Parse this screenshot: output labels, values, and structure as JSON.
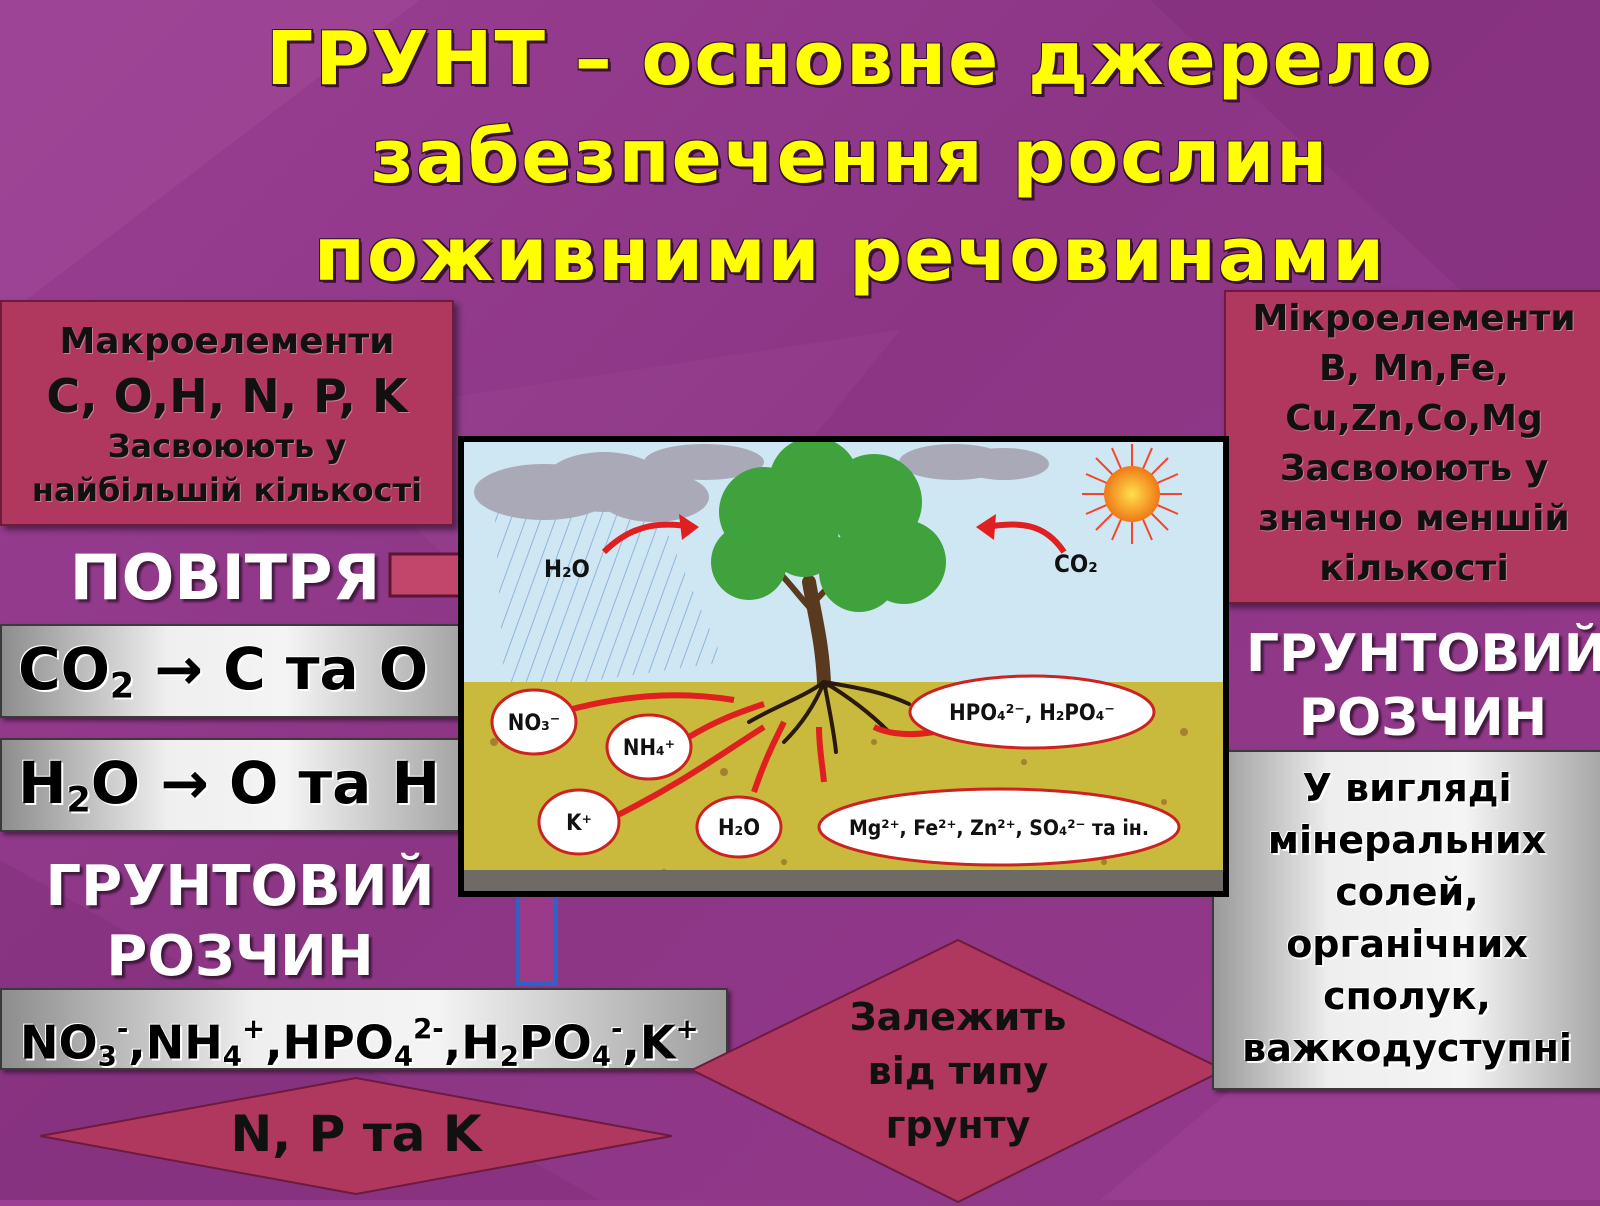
{
  "title": {
    "line1": "ГРУНТ – основне джерело",
    "line2": "забезпечення рослин",
    "line3": "поживними речовинами"
  },
  "macro_box": {
    "heading": "Макроелементи",
    "elements": "C, O,H, N, P, K",
    "line3": "Засвоюють у",
    "line4": "найбільшій кількості"
  },
  "micro_box": {
    "heading": "Мікроелементи",
    "line2": "B, Mn,Fe,",
    "line3": "Cu,Zn,Co,Mg",
    "line4": "Засвоюють у",
    "line5": "значно меншій",
    "line6": "кількості"
  },
  "left_air_label": "ПОВІТРЯ",
  "co2_eq": {
    "a": "CO",
    "sub": "2",
    "rest": " → C та O"
  },
  "h2o_eq": {
    "a": "H",
    "sub": "2",
    "rest": "O → O та H"
  },
  "left_soil_label": {
    "line1": "ГРУНТОВИЙ",
    "line2": "РОЗЧИН"
  },
  "right_soil_label": {
    "line1": "ГРУНТОВИЙ",
    "line2": "РОЗЧИН"
  },
  "ions_bar": {
    "p1": "NO",
    "s1": "3",
    "u1": "-",
    "p2": ",NH",
    "s2": "4",
    "u2": "+",
    "p3": ",HPO",
    "s3": "4",
    "u3": "2-",
    "p4": ",H",
    "s4": "2",
    "p4b": "PO",
    "s5": "4",
    "u4": "-",
    "p5": ",K",
    "u5": "+"
  },
  "npk_diamond": "N, P та K",
  "depends_diamond": {
    "line1": "Залежить",
    "line2": "від типу",
    "line3": "грунту"
  },
  "right_grey_box": {
    "line1": "У вигляді",
    "line2": "мінеральних",
    "line3": "солей,",
    "line4": "органічних",
    "line5": "сполук,",
    "line6": "важкодуступні"
  },
  "scene": {
    "h2o_air": "H₂O",
    "co2_air": "CO₂",
    "no3": "NO₃⁻",
    "nh4": "NH₄⁺",
    "k": "K⁺",
    "h2o_soil": "H₂O",
    "phosphates": "HPO₄²⁻, H₂PO₄⁻",
    "metals": "Mg²⁺, Fe²⁺, Zn²⁺, SO₄²⁻ та ін."
  },
  "colors": {
    "background": "#8f3788",
    "title": "#ffff00",
    "crimson_box": "#b0385e",
    "sky": "#cde6f2",
    "soil": "#c8b83a",
    "tree": "#3fa23c",
    "arrow": "#e02020",
    "blue_arrow": "#2f62c8"
  }
}
